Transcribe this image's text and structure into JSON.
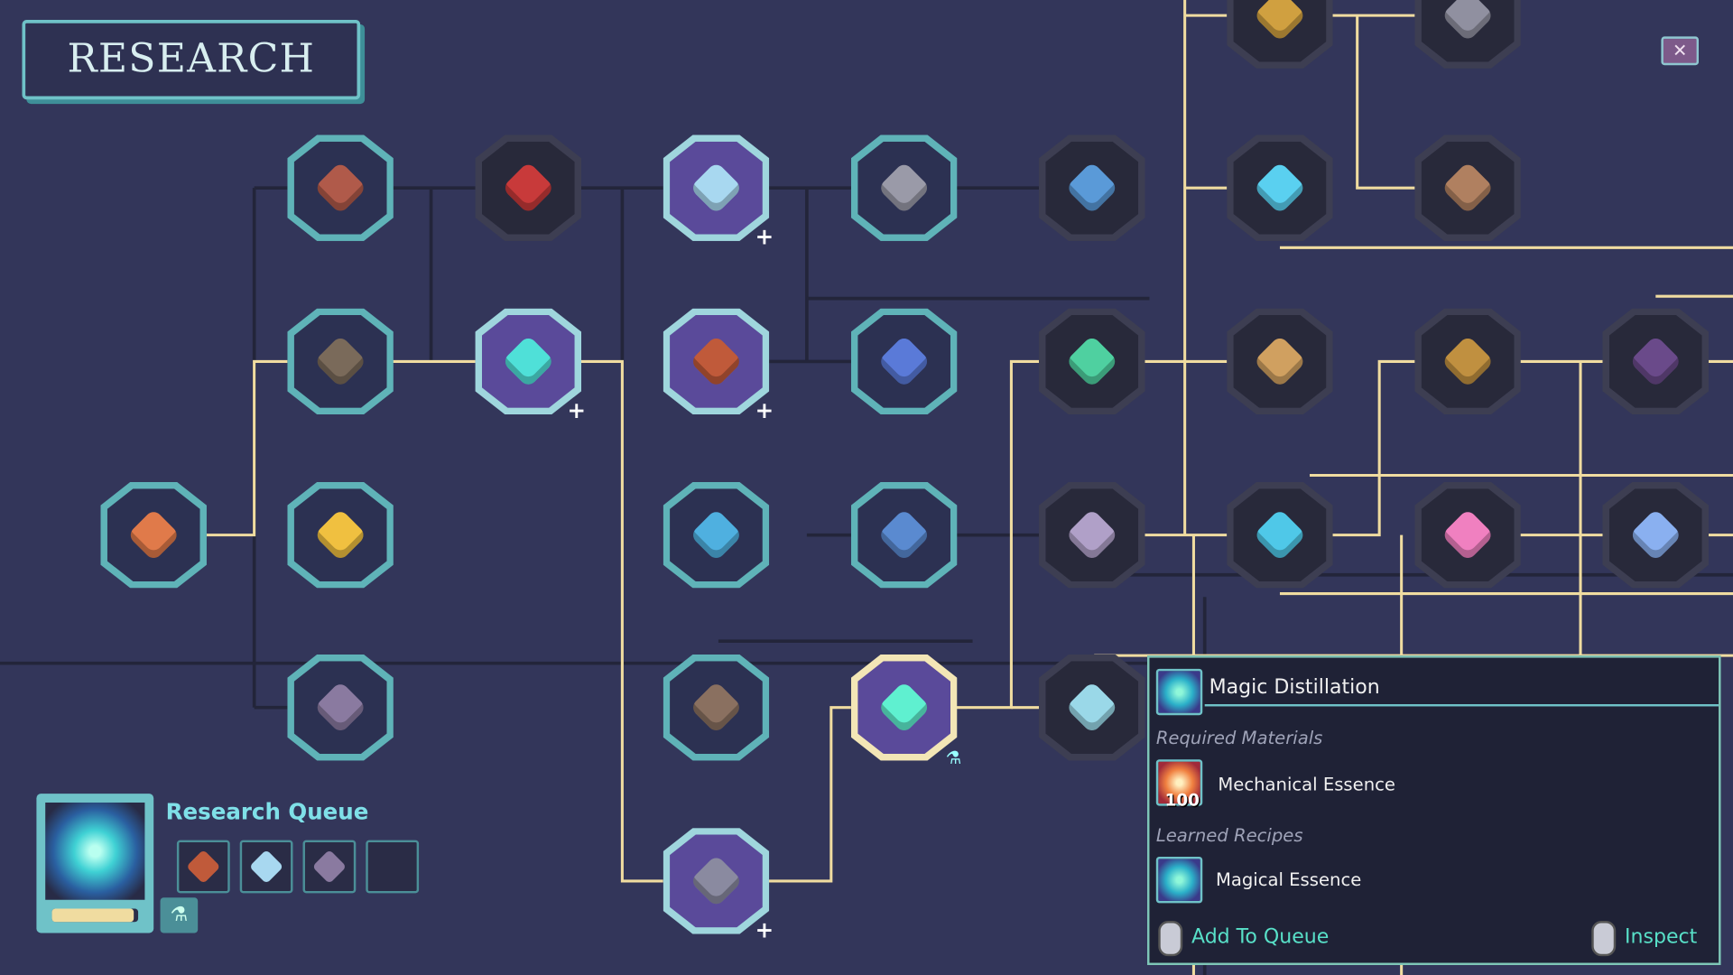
{
  "header": {
    "title": "RESEARCH",
    "close_icon": "close-x-icon"
  },
  "colors": {
    "background": "#33365a",
    "path_active": "#f0dca0",
    "path_locked": "#23253a",
    "researched_border": "#5fb3b8",
    "available_fill": "#5a4a9a",
    "tooltip_border": "#7fc7b8",
    "action_text": "#58e0c8"
  },
  "tree": {
    "nodes": [
      {
        "icon": "lighthouse-beam-icon",
        "state": "teal",
        "color": "#e07a4a"
      },
      {
        "icon": "brick-wall-icon",
        "state": "teal",
        "color": "#b05a4a"
      },
      {
        "icon": "rose-pickaxe-icon",
        "state": "dark",
        "color": "#c83a3a"
      },
      {
        "icon": "crystal-cube-icon",
        "state": "purple",
        "plus": true,
        "color": "#a8d8f0"
      },
      {
        "icon": "metal-plate-icon",
        "state": "teal",
        "color": "#9a9aa8"
      },
      {
        "icon": "fountain-icon",
        "state": "dark",
        "color": "#5a9ad8"
      },
      {
        "icon": "magic-rune-icon",
        "state": "dark",
        "color": "#5ad0f0"
      },
      {
        "icon": "trowel-icon",
        "state": "dark",
        "color": "#b08060"
      },
      {
        "icon": "golden-claw-icon",
        "state": "dark",
        "color": "#d0a040"
      },
      {
        "icon": "drill-icon",
        "state": "dark",
        "color": "#9090a0"
      },
      {
        "icon": "claw-grabber-icon",
        "state": "teal",
        "color": "#7a6a5a"
      },
      {
        "icon": "galaxy-icon",
        "state": "purple",
        "plus": true,
        "color": "#4fe0d8"
      },
      {
        "icon": "furnace-icon",
        "state": "purple",
        "plus": true,
        "color": "#c05a3a"
      },
      {
        "icon": "boots-icon",
        "state": "teal",
        "color": "#5a7ad8"
      },
      {
        "icon": "green-gem-icon",
        "state": "dark",
        "color": "#4fd0a0"
      },
      {
        "icon": "energy-cannon-icon",
        "state": "dark",
        "color": "#d0a060"
      },
      {
        "icon": "brass-turret-icon",
        "state": "dark",
        "color": "#c09040"
      },
      {
        "icon": "dark-crystal-icon",
        "state": "dark",
        "color": "#6a4a8a"
      },
      {
        "icon": "flashlight-icon",
        "state": "teal",
        "color": "#f0c040"
      },
      {
        "icon": "orb-machine-icon",
        "state": "teal",
        "color": "#4fb0e0"
      },
      {
        "icon": "drill-bit-icon",
        "state": "teal",
        "color": "#5a8ad0"
      },
      {
        "icon": "molecule-icon",
        "state": "dark",
        "color": "#b0a0c8"
      },
      {
        "icon": "blue-crystal-icon",
        "state": "dark",
        "color": "#4fc8e8"
      },
      {
        "icon": "pink-portal-icon",
        "state": "dark",
        "color": "#f080c0"
      },
      {
        "icon": "crystal-cluster-icon",
        "state": "dark",
        "color": "#8ab0f0"
      },
      {
        "icon": "conveyor-icon",
        "state": "teal",
        "color": "#8a7aa0"
      },
      {
        "icon": "hammer-wrench-icon",
        "state": "teal",
        "color": "#8a7060"
      },
      {
        "icon": "magic-distillation-icon",
        "state": "selected",
        "flask": true,
        "color": "#5ff0d0"
      },
      {
        "icon": "blueprint-scroll-icon",
        "state": "dark",
        "color": "#9ad8e8"
      },
      {
        "icon": "lantern-icon",
        "state": "purple",
        "plus": true,
        "color": "#8a8aa0"
      }
    ]
  },
  "tooltip": {
    "title": "Magic Distillation",
    "required_label": "Required Materials",
    "material": {
      "name": "Mechanical Essence",
      "count": "100"
    },
    "learned_label": "Learned Recipes",
    "recipe": {
      "name": "Magical Essence"
    },
    "add_label": "Add To Queue",
    "inspect_label": "Inspect"
  },
  "queue": {
    "label": "Research Queue",
    "current": "galaxy-icon",
    "progress": 0.95,
    "slots": [
      {
        "icon": "furnace-icon",
        "color": "#c05a3a"
      },
      {
        "icon": "crystal-cube-icon",
        "color": "#a8d8f0"
      },
      {
        "icon": "lantern-icon",
        "color": "#8a7aa0"
      },
      {
        "icon": "empty",
        "color": ""
      }
    ]
  }
}
